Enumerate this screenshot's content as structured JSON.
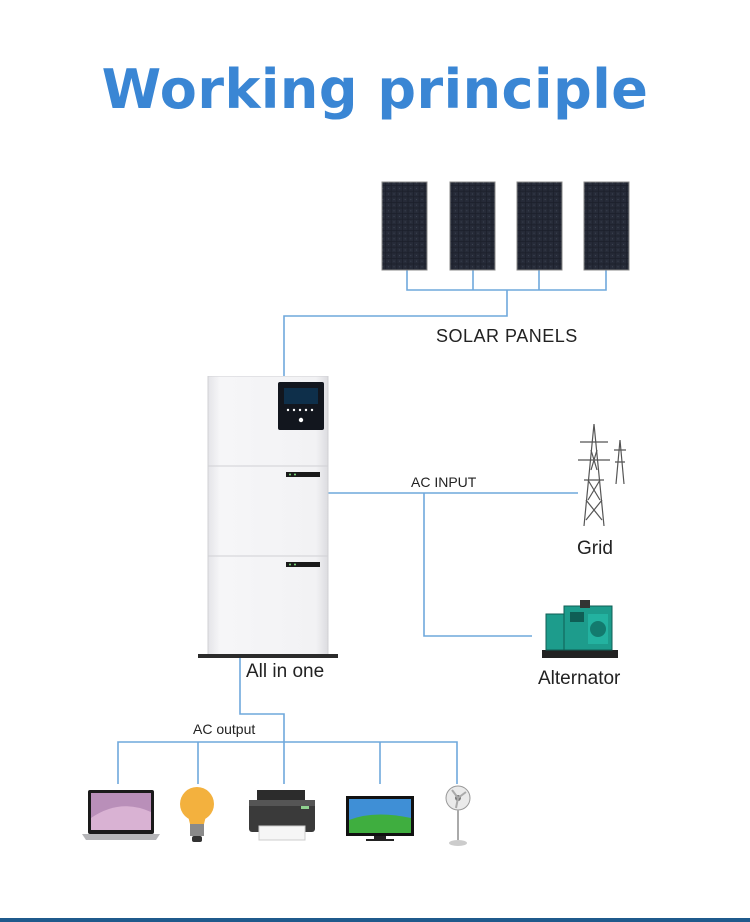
{
  "title": "Working principle",
  "labels": {
    "solar_panels": "SOLAR PANELS",
    "ac_input": "AC INPUT",
    "grid": "Grid",
    "alternator": "Alternator",
    "all_in_one": "All in one",
    "ac_output": "AC output"
  },
  "colors": {
    "title": "#3a86d4",
    "wire": "#6fa8dc",
    "panel": "#1b1f2a",
    "unit_body": "#f1f1f3",
    "generator": "#1d9c8c"
  },
  "icons": [
    "solar-panel-icon",
    "all-in-one-unit-icon",
    "power-tower-icon",
    "generator-icon",
    "laptop-icon",
    "light-bulb-icon",
    "printer-icon",
    "tv-icon",
    "fan-icon"
  ]
}
